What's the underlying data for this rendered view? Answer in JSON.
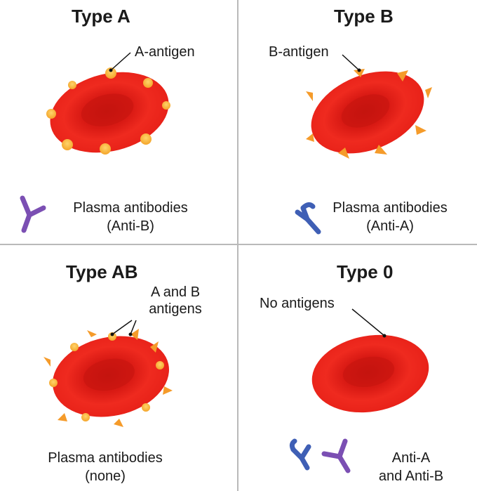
{
  "panels": {
    "type_a": {
      "title": "Type A",
      "antigen_label": "A-antigen",
      "antibodies_line1": "Plasma antibodies",
      "antibodies_line2": "(Anti-B)"
    },
    "type_b": {
      "title": "Type B",
      "antigen_label": "B-antigen",
      "antibodies_line1": "Plasma antibodies",
      "antibodies_line2": "(Anti-A)"
    },
    "type_ab": {
      "title": "Type AB",
      "antigen_line1": "A and B",
      "antigen_line2": "antigens",
      "antibodies_line1": "Plasma antibodies",
      "antibodies_line2": "(none)"
    },
    "type_o": {
      "title": "Type 0",
      "antigen_label": "No antigens",
      "antibodies_line1": "Anti-A",
      "antibodies_line2": "and Anti-B"
    }
  },
  "colors": {
    "cell": "#e8231b",
    "cell_center": "#c4140f",
    "a_antigen": "#f7b733",
    "b_antigen": "#f59b2a",
    "anti_b_antibody": "#7b4fb3",
    "anti_a_antibody": "#3f5fb5"
  },
  "icons": [
    "red-blood-cell",
    "a-antigen-bump",
    "b-antigen-spike",
    "y-shaped-antibody"
  ]
}
